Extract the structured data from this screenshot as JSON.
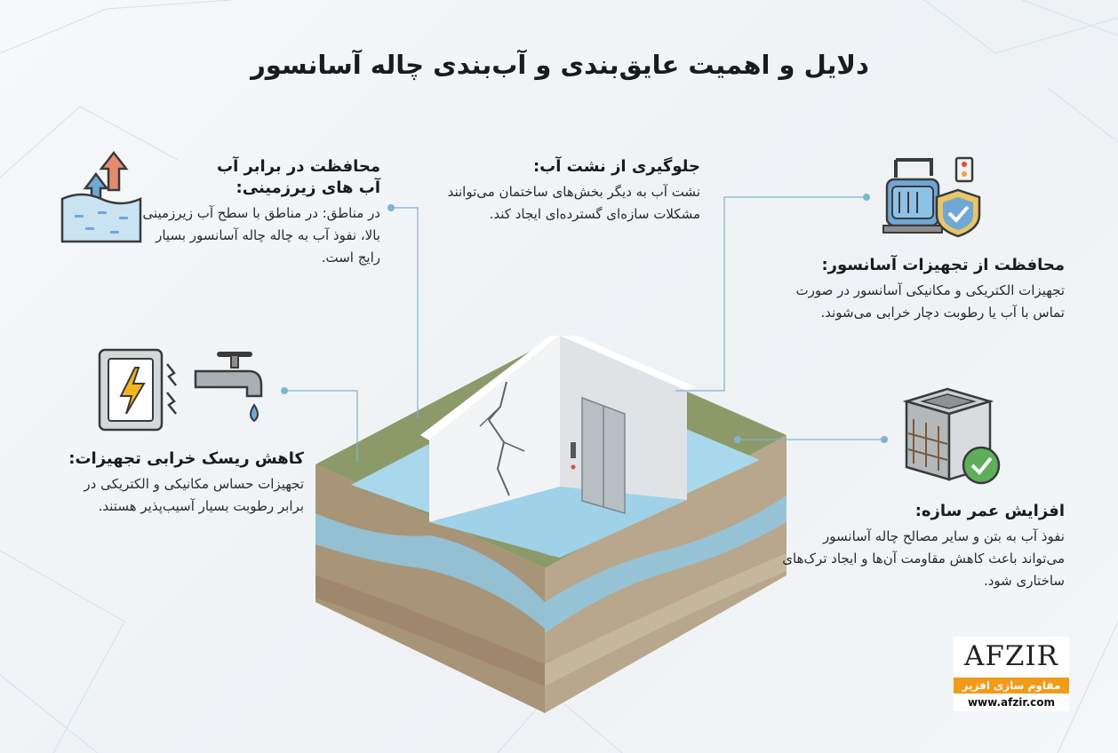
{
  "title": "دلایل و اهمیت عایق‌بندی و آب‌بندی چاله آسانسور",
  "sections": {
    "groundwater": {
      "heading_line1": "محافظت در برابر آب",
      "heading_line2": "آب های زیرزمینی:",
      "body": "در مناطق: در مناطق با سطح آب زیرزمینی بالا، نفوذ آب به چاله چاله آسانسور بسیار رایج است.",
      "icon": "groundwater-rise-icon"
    },
    "leak": {
      "heading": "جلوگیری از نشت آب:",
      "body": "نشت آب به دیگر بخش‌های ساختمان می‌توانند مشکلات سازه‌ای گسترده‌ای ایجاد کند."
    },
    "equipment": {
      "heading": "محافظت از تجهیزات آسانسور:",
      "body": "تجهیزات الکتریکی و مکانیکی آسانسور در صورت تماس با آب یا رطوبت دچار خرابی می‌شوند.",
      "icon": "pump-shield-icon"
    },
    "risk": {
      "heading": "کاهش ریسک خرابی تجهیزات:",
      "body": "تجهیزات حساس مکانیکی و الکتریکی در برابر رطوبت بسیار آسیب‌پذیر هستند.",
      "icon": "panel-faucet-icon"
    },
    "lifespan": {
      "heading": "افزایش عمر سازه:",
      "body": "نفوذ آب به بتن و سایر مصالح چاله آسانسور می‌تواند باعث کاهش مقاومت آن‌ها و ایجاد ترک‌های ساختاری شود.",
      "icon": "concrete-column-check-icon"
    }
  },
  "logo": {
    "brand": "AFZIR",
    "tagline": "مقاوم سازی افزیر",
    "url": "www.afzir.com"
  },
  "colors": {
    "accent_orange": "#f29a1a",
    "water_blue": "#6fb3d9",
    "connector_blue": "#7fb4cf"
  }
}
